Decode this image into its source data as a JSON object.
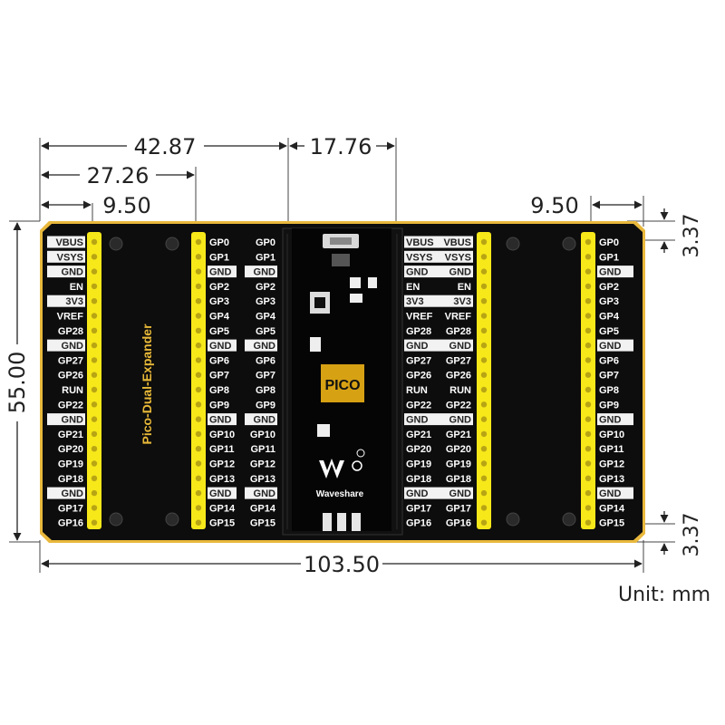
{
  "dimensions": {
    "top_overall": "42.87",
    "top_middle": "17.76",
    "top_second": "27.26",
    "top_left": "9.50",
    "top_right": "9.50",
    "bottom_overall": "103.50",
    "left_height": "55.00",
    "right_top_offset": "3.37",
    "right_bottom_offset": "3.37"
  },
  "unit_label": "Unit: mm",
  "board": {
    "title": "Pico-Dual-Expander",
    "pico_label": "PICO",
    "brand_name": "Waveshare",
    "colors": {
      "pcb": "#0b0b0b",
      "edge": "#e8b93a",
      "header": "#f7e81a",
      "chip": "#d8a10f"
    }
  },
  "left_labels": [
    "VBUS",
    "VSYS",
    "GND",
    "EN",
    "3V3",
    "VREF",
    "GP28",
    "GND",
    "GP27",
    "GP26",
    "RUN",
    "GP22",
    "GND",
    "GP21",
    "GP20",
    "GP19",
    "GP18",
    "GND",
    "GP17",
    "GP16"
  ],
  "mid_left_labels": [
    "GP0",
    "GP1",
    "GND",
    "GP2",
    "GP3",
    "GP4",
    "GP5",
    "GND",
    "GP6",
    "GP7",
    "GP8",
    "GP9",
    "GND",
    "GP10",
    "GP11",
    "GP12",
    "GP13",
    "GND",
    "GP14",
    "GP15"
  ],
  "mid_left_labels_b": [
    "GP0",
    "GP1",
    "GND",
    "GP2",
    "GP3",
    "GP4",
    "GP5",
    "GND",
    "GP6",
    "GP7",
    "GP8",
    "GP9",
    "GND",
    "GP10",
    "GP11",
    "GP12",
    "GP13",
    "GND",
    "GP14",
    "GP15"
  ],
  "mid_right_labels_a": [
    "VBUS",
    "VSYS",
    "GND",
    "EN",
    "3V3",
    "VREF",
    "GP28",
    "GND",
    "GP27",
    "GP26",
    "RUN",
    "GP22",
    "GND",
    "GP21",
    "GP20",
    "GP19",
    "GP18",
    "GND",
    "GP17",
    "GP16"
  ],
  "mid_right_labels_b": [
    "VBUS",
    "VSYS",
    "GND",
    "EN",
    "3V3",
    "VREF",
    "GP28",
    "GND",
    "GP27",
    "GP26",
    "RUN",
    "GP22",
    "GND",
    "GP21",
    "GP20",
    "GP19",
    "GP18",
    "GND",
    "GP17",
    "GP16"
  ],
  "right_labels": [
    "GP0",
    "GP1",
    "GND",
    "GP2",
    "GP3",
    "GP4",
    "GP5",
    "GND",
    "GP6",
    "GP7",
    "GP8",
    "GP9",
    "GND",
    "GP10",
    "GP11",
    "GP12",
    "GP13",
    "GND",
    "GP14",
    "GP15"
  ]
}
